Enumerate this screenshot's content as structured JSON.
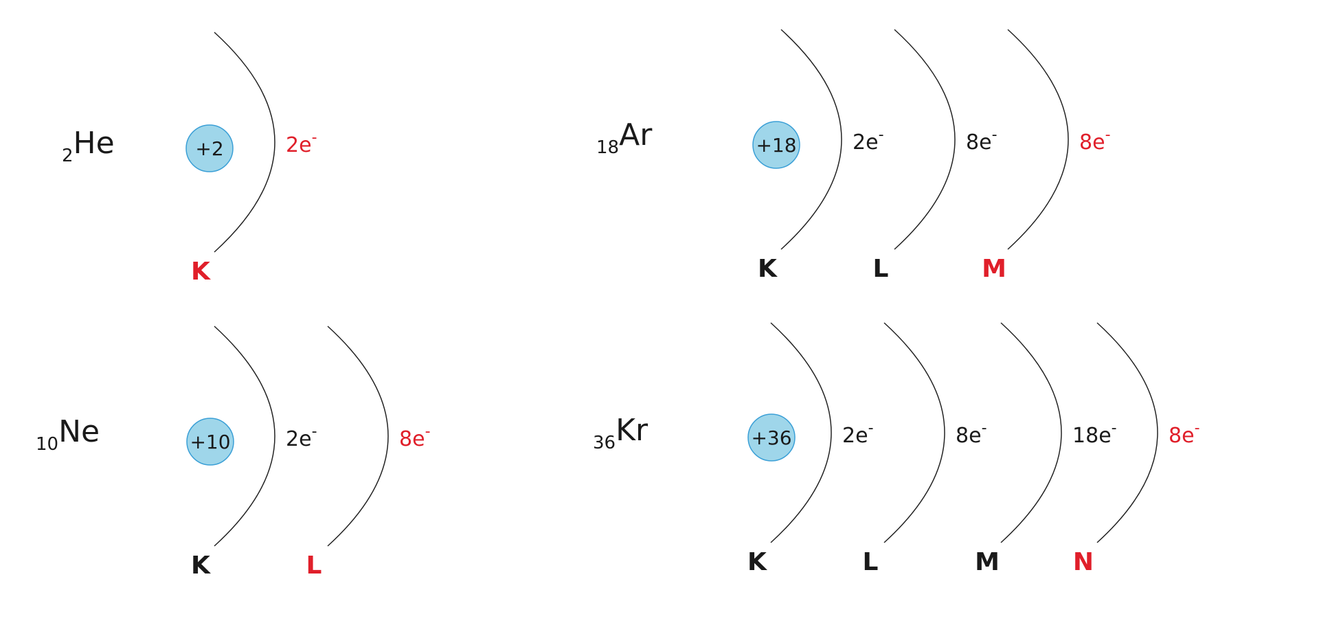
{
  "colors": {
    "text": "#1a1a1a",
    "valence": "#e01f2a",
    "nucleus_fill": "#9fd6ea",
    "nucleus_stroke": "#3a9fd6",
    "arc": "#222222"
  },
  "electron_suffix": "e",
  "electron_sign": "-",
  "atoms": [
    {
      "id": "he",
      "atomic_number": "2",
      "symbol": "He",
      "nucleus_label": "+2",
      "shells": [
        {
          "name": "K",
          "electrons": "2",
          "valence": true
        }
      ]
    },
    {
      "id": "ar",
      "atomic_number": "18",
      "symbol": "Ar",
      "nucleus_label": "+18",
      "shells": [
        {
          "name": "K",
          "electrons": "2",
          "valence": false
        },
        {
          "name": "L",
          "electrons": "8",
          "valence": false
        },
        {
          "name": "M",
          "electrons": "8",
          "valence": true
        }
      ]
    },
    {
      "id": "ne",
      "atomic_number": "10",
      "symbol": "Ne",
      "nucleus_label": "+10",
      "shells": [
        {
          "name": "K",
          "electrons": "2",
          "valence": false
        },
        {
          "name": "L",
          "electrons": "8",
          "valence": true
        }
      ]
    },
    {
      "id": "kr",
      "atomic_number": "36",
      "symbol": "Kr",
      "nucleus_label": "+36",
      "shells": [
        {
          "name": "K",
          "electrons": "2",
          "valence": false
        },
        {
          "name": "L",
          "electrons": "8",
          "valence": false
        },
        {
          "name": "M",
          "electrons": "18",
          "valence": false
        },
        {
          "name": "N",
          "electrons": "8",
          "valence": true
        }
      ]
    }
  ]
}
